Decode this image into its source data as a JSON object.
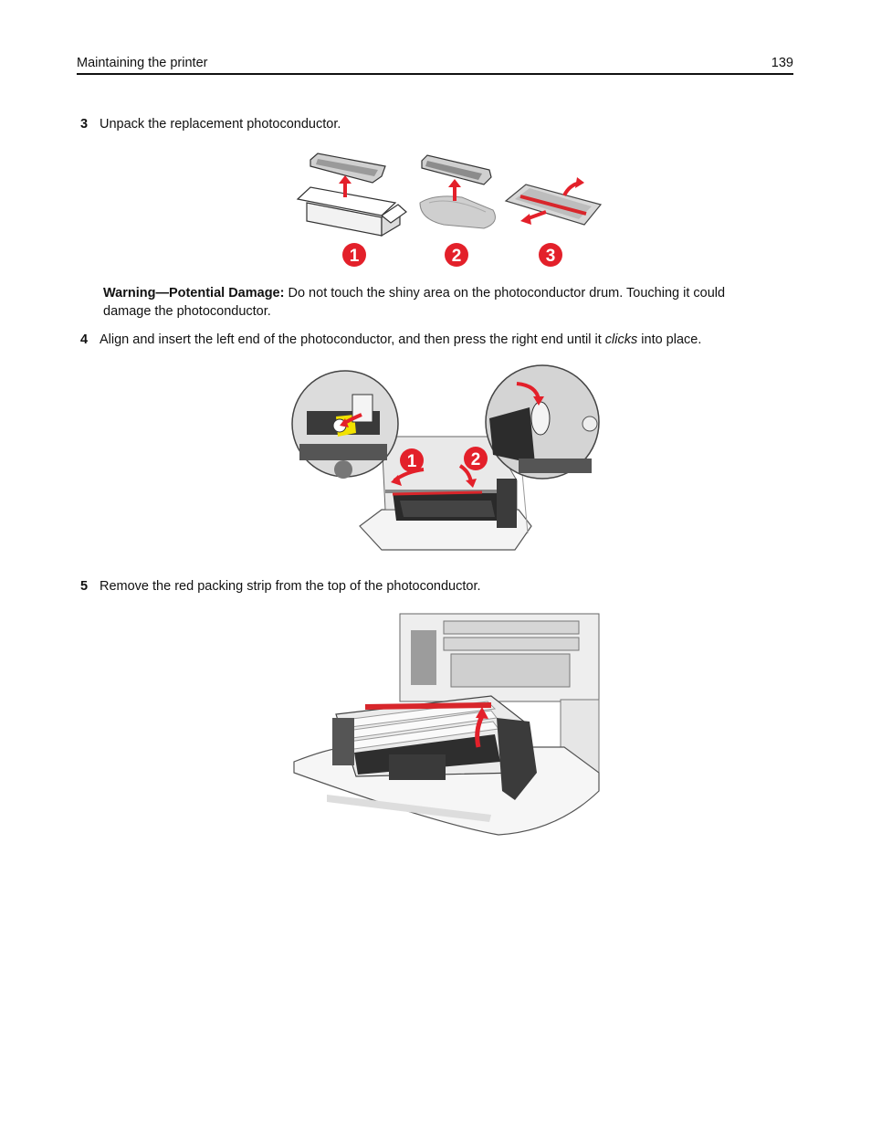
{
  "header": {
    "section": "Maintaining the printer",
    "page_number": "139"
  },
  "steps": [
    {
      "number": "3",
      "text": "Unpack the replacement photoconductor."
    },
    {
      "number": "4",
      "text_before": "Align and insert the left end of the photoconductor, and then press the right end until it ",
      "text_em": "clicks",
      "text_after": " into place."
    },
    {
      "number": "5",
      "text": "Remove the red packing strip from the top of the photoconductor."
    }
  ],
  "warning": {
    "label": "Warning—Potential Damage:",
    "text": " Do not touch the shiny area on the photoconductor drum. Touching it could damage the photoconductor."
  },
  "figure1": {
    "badges": [
      "1",
      "2",
      "3"
    ]
  },
  "figure2": {
    "badges": [
      "1",
      "2"
    ]
  },
  "colors": {
    "callout_red": "#e3202a",
    "strip_red": "#d8262b",
    "highlight_yellow": "#f2e200"
  }
}
